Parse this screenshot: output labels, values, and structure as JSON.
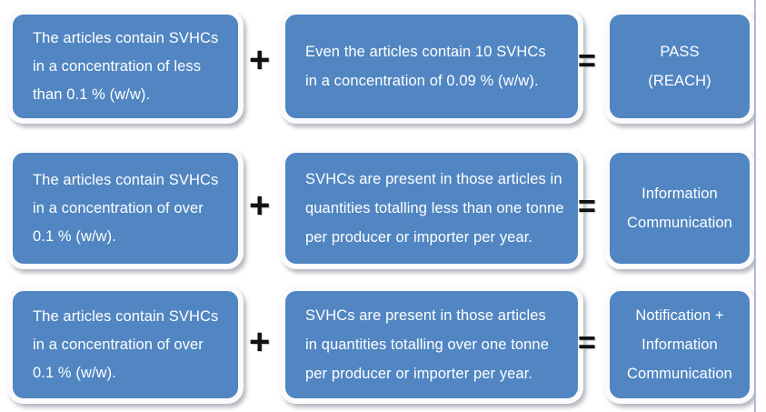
{
  "diagram": {
    "title": "REACH SVHC article obligations decision table",
    "colors": {
      "box_fill": "#5186c2",
      "box_ring": "#fbfbfb",
      "text": "#ffffff",
      "operator": "#111111",
      "background": "#ffffff",
      "right_rule": "#9aabc0"
    },
    "operators": {
      "plus": "+",
      "equals": "="
    },
    "rows": [
      {
        "id": "row-pass",
        "condition": {
          "lines": [
            "The articles contain SVHCs",
            "in a concentration of less",
            "than 0.1 % (w/w)."
          ]
        },
        "detail": {
          "lines": [
            "Even the articles contain 10 SVHCs",
            "in a concentration of 0.09 % (w/w)."
          ]
        },
        "outcome": {
          "lines": [
            "PASS",
            "(REACH)"
          ]
        }
      },
      {
        "id": "row-information-communication",
        "condition": {
          "lines": [
            "The articles contain SVHCs",
            "in a concentration of over",
            "0.1 % (w/w)."
          ]
        },
        "detail": {
          "lines": [
            "SVHCs are present in those articles in",
            "quantities totalling less than one tonne",
            "per producer or importer per year."
          ]
        },
        "outcome": {
          "lines": [
            "Information",
            "Communication"
          ]
        }
      },
      {
        "id": "row-notification-information-communication",
        "condition": {
          "lines": [
            "The articles contain SVHCs",
            "in a concentration of over",
            "0.1 % (w/w)."
          ]
        },
        "detail": {
          "lines": [
            "SVHCs are present in those articles",
            "in quantities totalling over one tonne",
            "per producer or importer per year."
          ]
        },
        "outcome": {
          "lines": [
            "Notification +",
            "Information",
            "Communication"
          ]
        }
      }
    ]
  }
}
